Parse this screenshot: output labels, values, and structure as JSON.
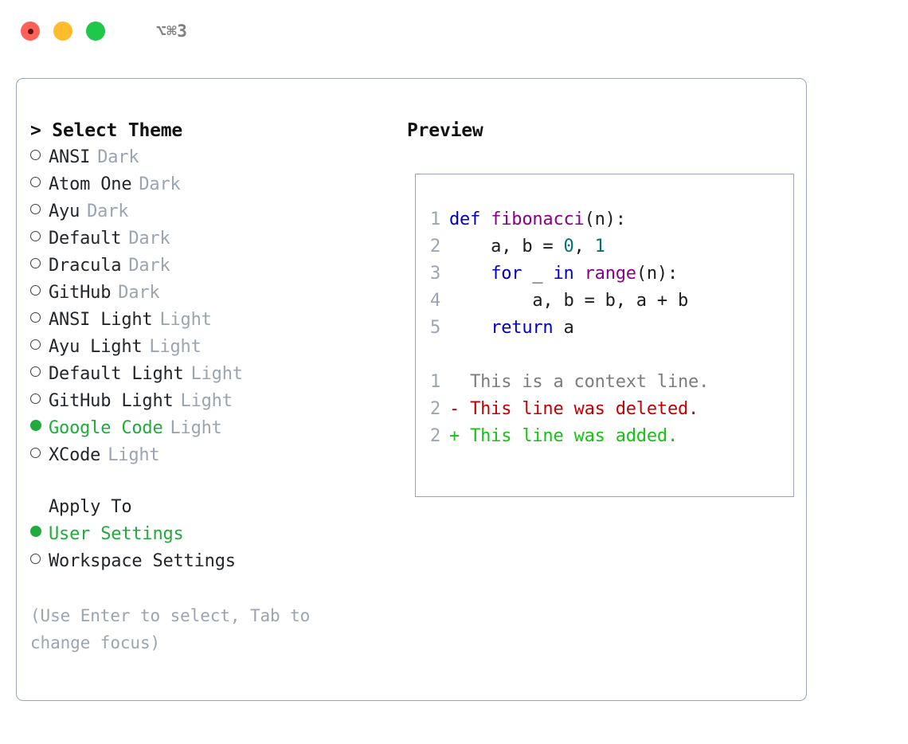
{
  "window": {
    "traffic_lights": [
      "close-red",
      "minimize-yellow",
      "zoom-green"
    ],
    "shortcut": "⌥⌘3"
  },
  "theme_picker": {
    "title": "> Select Theme",
    "caret": ">",
    "title_label": "Select Theme",
    "selected_theme": "Google Code",
    "options": [
      {
        "name": "ANSI",
        "kind": "Dark",
        "selected": false
      },
      {
        "name": "Atom One",
        "kind": "Dark",
        "selected": false
      },
      {
        "name": "Ayu",
        "kind": "Dark",
        "selected": false
      },
      {
        "name": "Default",
        "kind": "Dark",
        "selected": false
      },
      {
        "name": "Dracula",
        "kind": "Dark",
        "selected": false
      },
      {
        "name": "GitHub",
        "kind": "Dark",
        "selected": false
      },
      {
        "name": "ANSI Light",
        "kind": "Light",
        "selected": false
      },
      {
        "name": "Ayu Light",
        "kind": "Light",
        "selected": false
      },
      {
        "name": "Default Light",
        "kind": "Light",
        "selected": false
      },
      {
        "name": "GitHub Light",
        "kind": "Light",
        "selected": false
      },
      {
        "name": "Google Code",
        "kind": "Light",
        "selected": true
      },
      {
        "name": "XCode",
        "kind": "Light",
        "selected": false
      }
    ]
  },
  "apply_to": {
    "title": "Apply To",
    "selected_scope": "User Settings",
    "options": [
      {
        "name": "User Settings",
        "selected": true
      },
      {
        "name": "Workspace Settings",
        "selected": false
      }
    ]
  },
  "hint": {
    "line1": "(Use Enter to select, Tab to",
    "line2": "change focus)"
  },
  "preview": {
    "title": "Preview",
    "code_lines": [
      {
        "number": "1",
        "tokens": [
          {
            "t": "def",
            "c": "kw"
          },
          {
            "t": " ",
            "c": "plain"
          },
          {
            "t": "fibonacci",
            "c": "fn"
          },
          {
            "t": "(n):",
            "c": "punc"
          }
        ]
      },
      {
        "number": "2",
        "tokens": [
          {
            "t": "    a, b = ",
            "c": "plain"
          },
          {
            "t": "0",
            "c": "num"
          },
          {
            "t": ", ",
            "c": "plain"
          },
          {
            "t": "1",
            "c": "num"
          }
        ]
      },
      {
        "number": "3",
        "tokens": [
          {
            "t": "    ",
            "c": "plain"
          },
          {
            "t": "for",
            "c": "kw"
          },
          {
            "t": " _ ",
            "c": "plain"
          },
          {
            "t": "in",
            "c": "kw"
          },
          {
            "t": " ",
            "c": "plain"
          },
          {
            "t": "range",
            "c": "fn"
          },
          {
            "t": "(n):",
            "c": "punc"
          }
        ]
      },
      {
        "number": "4",
        "tokens": [
          {
            "t": "        a, b = b, a + b",
            "c": "plain"
          }
        ]
      },
      {
        "number": "5",
        "tokens": [
          {
            "t": "    ",
            "c": "plain"
          },
          {
            "t": "return",
            "c": "kw"
          },
          {
            "t": " a",
            "c": "plain"
          }
        ]
      }
    ],
    "diff_lines": [
      {
        "number": "1",
        "prefix": "  ",
        "text": "This is a context line.",
        "kind": "diff-ctx"
      },
      {
        "number": "2",
        "prefix": "- ",
        "text": "This line was deleted.",
        "kind": "diff-del"
      },
      {
        "number": "2",
        "prefix": "+ ",
        "text": "This line was added.",
        "kind": "diff-add"
      }
    ]
  },
  "colors": {
    "accent_green": "#21ab3c",
    "muted": "#9aa4b2",
    "border": "#9aa5b4",
    "keyword": "#0000c0",
    "function": "#8a008a",
    "number": "#007272",
    "diff_added": "#13c413",
    "diff_deleted": "#c40000",
    "diff_context": "#7d7d7d"
  }
}
